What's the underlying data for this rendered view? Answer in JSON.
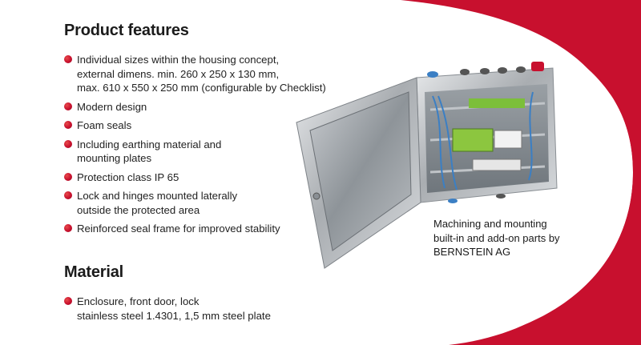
{
  "colors": {
    "accent": "#c8102e",
    "text": "#1a1a1a",
    "background": "#ffffff"
  },
  "features": {
    "heading": "Product features",
    "items": [
      {
        "lines": [
          "Individual sizes within the housing concept,",
          "external dimens. min. 260 x 250 x 130 mm,",
          "max. 610 x 550 x 250 mm (configurable by Checklist)"
        ]
      },
      {
        "lines": [
          "Modern design"
        ]
      },
      {
        "lines": [
          "Foam seals"
        ]
      },
      {
        "lines": [
          "Including earthing material and",
          "mounting plates"
        ]
      },
      {
        "lines": [
          "Protection class IP 65"
        ]
      },
      {
        "lines": [
          "Lock and hinges mounted laterally",
          "outside the protected area"
        ]
      },
      {
        "lines": [
          "Reinforced seal frame for improved stability"
        ]
      }
    ]
  },
  "material": {
    "heading": "Material",
    "items": [
      {
        "lines": [
          "Enclosure, front door, lock",
          "stainless steel 1.4301, 1,5 mm steel plate"
        ]
      }
    ]
  },
  "caption": {
    "lines": [
      "Machining and mounting",
      "built-in and add-on parts by",
      "BERNSTEIN AG"
    ]
  }
}
